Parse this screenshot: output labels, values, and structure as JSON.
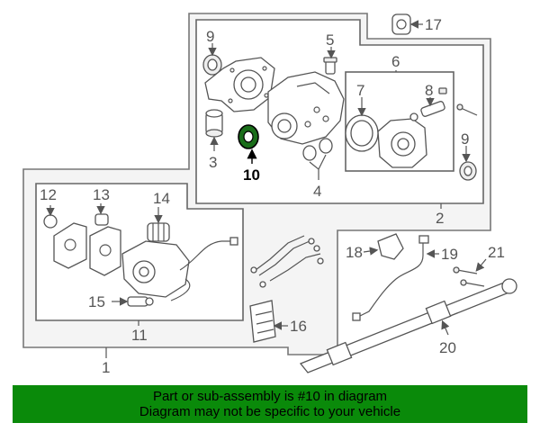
{
  "callouts": {
    "c1": "1",
    "c2": "2",
    "c3": "3",
    "c4": "4",
    "c5": "5",
    "c6": "6",
    "c7": "7",
    "c8": "8",
    "c9a": "9",
    "c9b": "9",
    "c10": "10",
    "c11": "11",
    "c12": "12",
    "c13": "13",
    "c14": "14",
    "c15": "15",
    "c16": "16",
    "c17": "17",
    "c18": "18",
    "c19": "19",
    "c20": "20",
    "c21": "21"
  },
  "banner": {
    "line1": "Part or sub-assembly is #10 in diagram",
    "line2": "Diagram may not be specific to your vehicle"
  },
  "colors": {
    "banner_bg": "#0a8a0a",
    "highlight_part": "#1a6e1a"
  }
}
